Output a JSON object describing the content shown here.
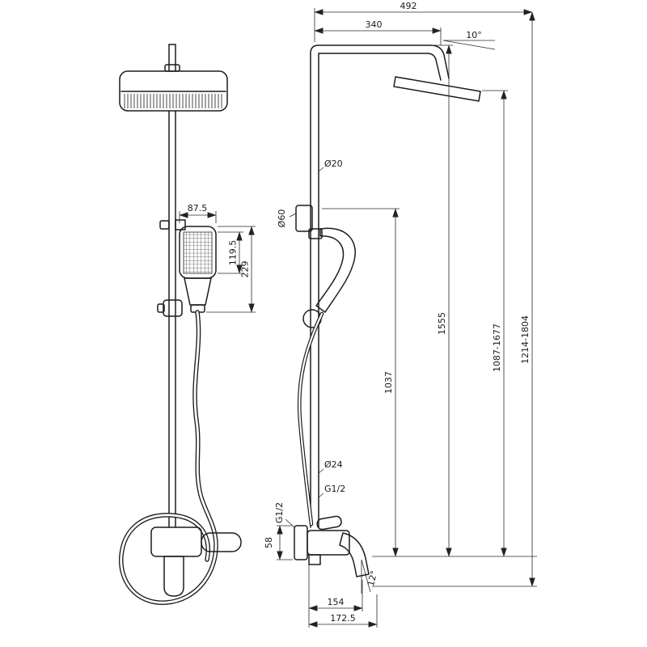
{
  "drawing": {
    "front_view": {
      "handshower_width": "87.5",
      "handshower_face_length": "119.5",
      "handshower_total_length": "229"
    },
    "side_view": {
      "top_width": "492",
      "arm_projection": "340",
      "head_tilt_angle": "10°",
      "column_diameter": "Ø20",
      "bracket_diameter": "Ø60",
      "hose_height": "1037",
      "column_height": "1555",
      "head_height_range": "1087-1677",
      "total_height_range": "1214-1804",
      "lower_column_diameter": "Ø24",
      "outlet_thread": "G1/2",
      "inlet_thread": "G1/2",
      "valve_body_size": "58",
      "spout_angle": "12°",
      "spout_projection": "154",
      "total_projection": "172.5"
    }
  }
}
